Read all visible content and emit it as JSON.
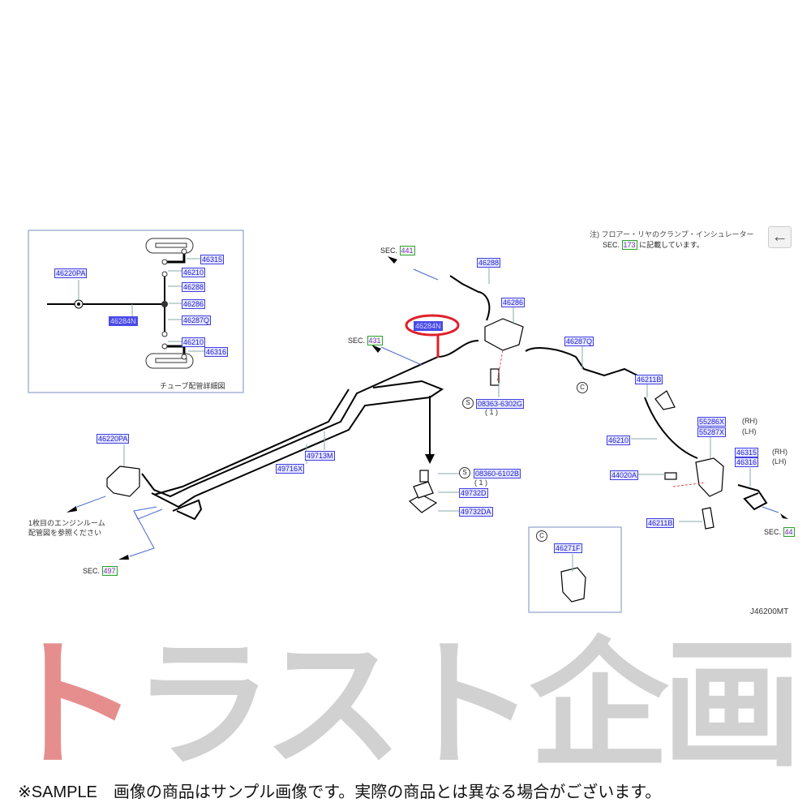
{
  "inset_detail": {
    "caption": "チューブ配管詳細図",
    "labels": {
      "p46315": "46315",
      "p46210a": "46210",
      "p46288": "46288",
      "p46286": "46286",
      "p46287q": "46287Q",
      "p46210b": "46210",
      "p46316": "46316",
      "p46220pa": "46220PA",
      "p46284n": "46284N"
    }
  },
  "note": {
    "line1": "注) フロアー・リヤのクランプ・インシュレーター",
    "line2_prefix": "SEC.",
    "line2_link": "173",
    "line2_suffix": "に記載しています。"
  },
  "back_button": {
    "icon": "arrow-left-icon",
    "glyph": "←"
  },
  "main": {
    "sec441": {
      "prefix": "SEC.",
      "link": "441"
    },
    "sec431": {
      "prefix": "SEC.",
      "link": "431"
    },
    "sec497": {
      "prefix": "SEC.",
      "link": "497"
    },
    "sec447": {
      "prefix": "SEC.",
      "link": "44"
    },
    "parts": {
      "p46288": "46288",
      "p46286": "46286",
      "p46284n": "46284N",
      "p46287q": "46287Q",
      "p46211b_top": "46211B",
      "p08363": "08363-6302G",
      "p55286x": "55286X",
      "p55287x": "55287X",
      "p46210": "46210",
      "p46315": "46315",
      "p46316": "46316",
      "p44020a": "44020A",
      "p08360": "08360-6102B",
      "p49732d": "49732D",
      "p49732da": "49732DA",
      "p46211b_bot": "46211B",
      "p46271f": "46271F",
      "p46220pa": "46220PA",
      "p49713m": "49713M",
      "p49716x": "49716X"
    },
    "rh": "(RH)",
    "lh": "(LH)",
    "qty": "( 1 )",
    "s_mark": "S",
    "c_mark": "C",
    "engine_note_line1": "1枚目のエンジンルーム",
    "engine_note_line2": "配管図を参照ください",
    "diagram_code": "J46200MT"
  },
  "watermark": {
    "text_red": "ト",
    "text_gray": "ラスト企画"
  },
  "caption": "※SAMPLE　画像の商品はサンプル画像です。実際の商品とは異なる場合がございます。"
}
